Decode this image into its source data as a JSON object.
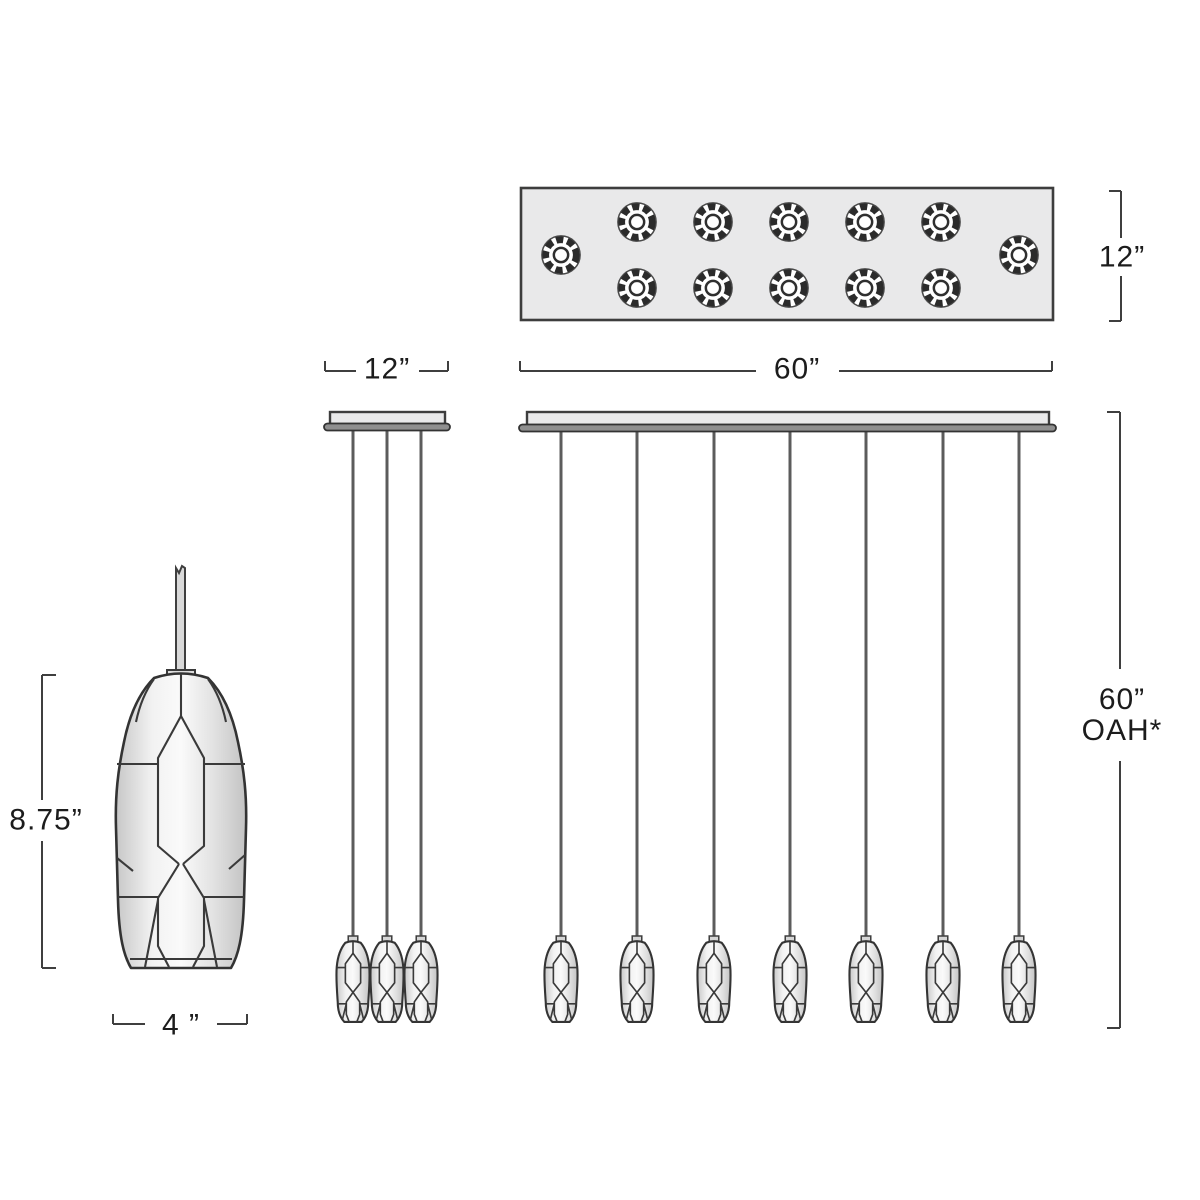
{
  "labels": {
    "plan_depth": "12”",
    "cluster_width": "12”",
    "row_width": "60”",
    "shade_height": "8.75”",
    "shade_width": "4 ”",
    "oah_value": "60”",
    "oah_suffix": "OAH*"
  },
  "counts": {
    "plan_lights": 12,
    "cluster_pendants": 3,
    "row_pendants": 7
  },
  "colors": {
    "line": "#3f3f3f",
    "text": "#1c1c1c",
    "canopy_fill": "#e9e9ea",
    "plate_fill": "#8f8f8f",
    "shade_light": "#fafafa",
    "shade_dark": "#c7c7c7"
  }
}
